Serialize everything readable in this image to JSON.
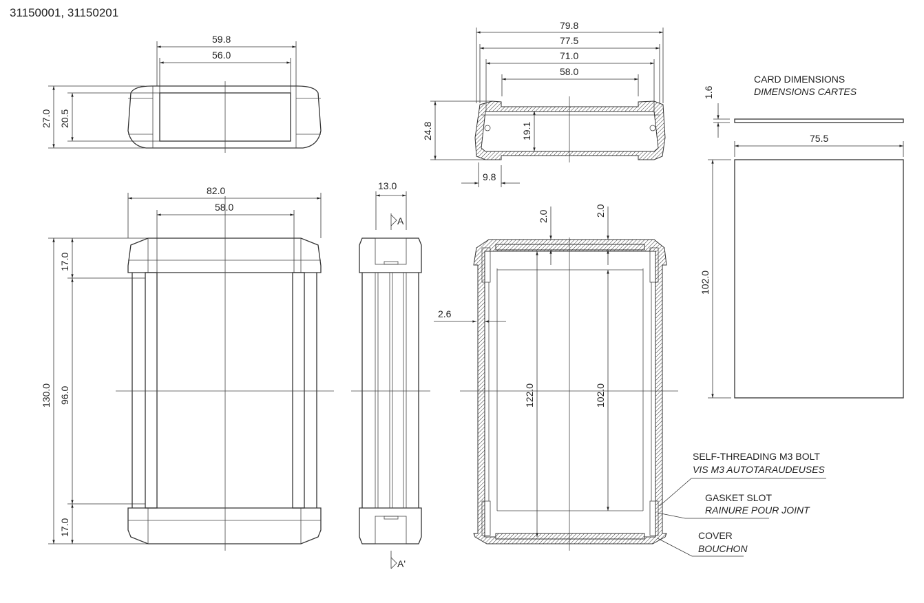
{
  "title": "31150001, 31150201",
  "end_view": {
    "width_outer": "59.8",
    "width_inner": "56.0",
    "height_outer": "27.0",
    "height_inner": "20.5"
  },
  "front_view": {
    "width_outer": "82.0",
    "width_inner": "58.0",
    "length": "130.0",
    "cap_top": "17.0",
    "middle": "96.0",
    "cap_bottom": "17.0"
  },
  "side_view": {
    "width": "13.0",
    "section_a": "A",
    "section_a_prime": "A'"
  },
  "cross_section": {
    "w1": "79.8",
    "w2": "77.5",
    "w3": "71.0",
    "w4": "58.0",
    "height": "24.8",
    "inner_height": "19.1",
    "offset": "9.8"
  },
  "long_section": {
    "wall_top_left": "2.0",
    "wall_top_right": "2.0",
    "side_wall": "2.6",
    "inner_length": "122.0",
    "card_length": "102.0"
  },
  "card": {
    "label_en": "CARD DIMENSIONS",
    "label_fr": "DIMENSIONS CARTES",
    "thickness": "1.6",
    "width": "75.5",
    "length": "102.0"
  },
  "callouts": [
    {
      "en": "SELF-THREADING M3 BOLT",
      "fr": "VIS M3 AUTOTARAUDEUSES"
    },
    {
      "en": "GASKET SLOT",
      "fr": "RAINURE POUR JOINT"
    },
    {
      "en": "COVER",
      "fr": "BOUCHON"
    }
  ]
}
